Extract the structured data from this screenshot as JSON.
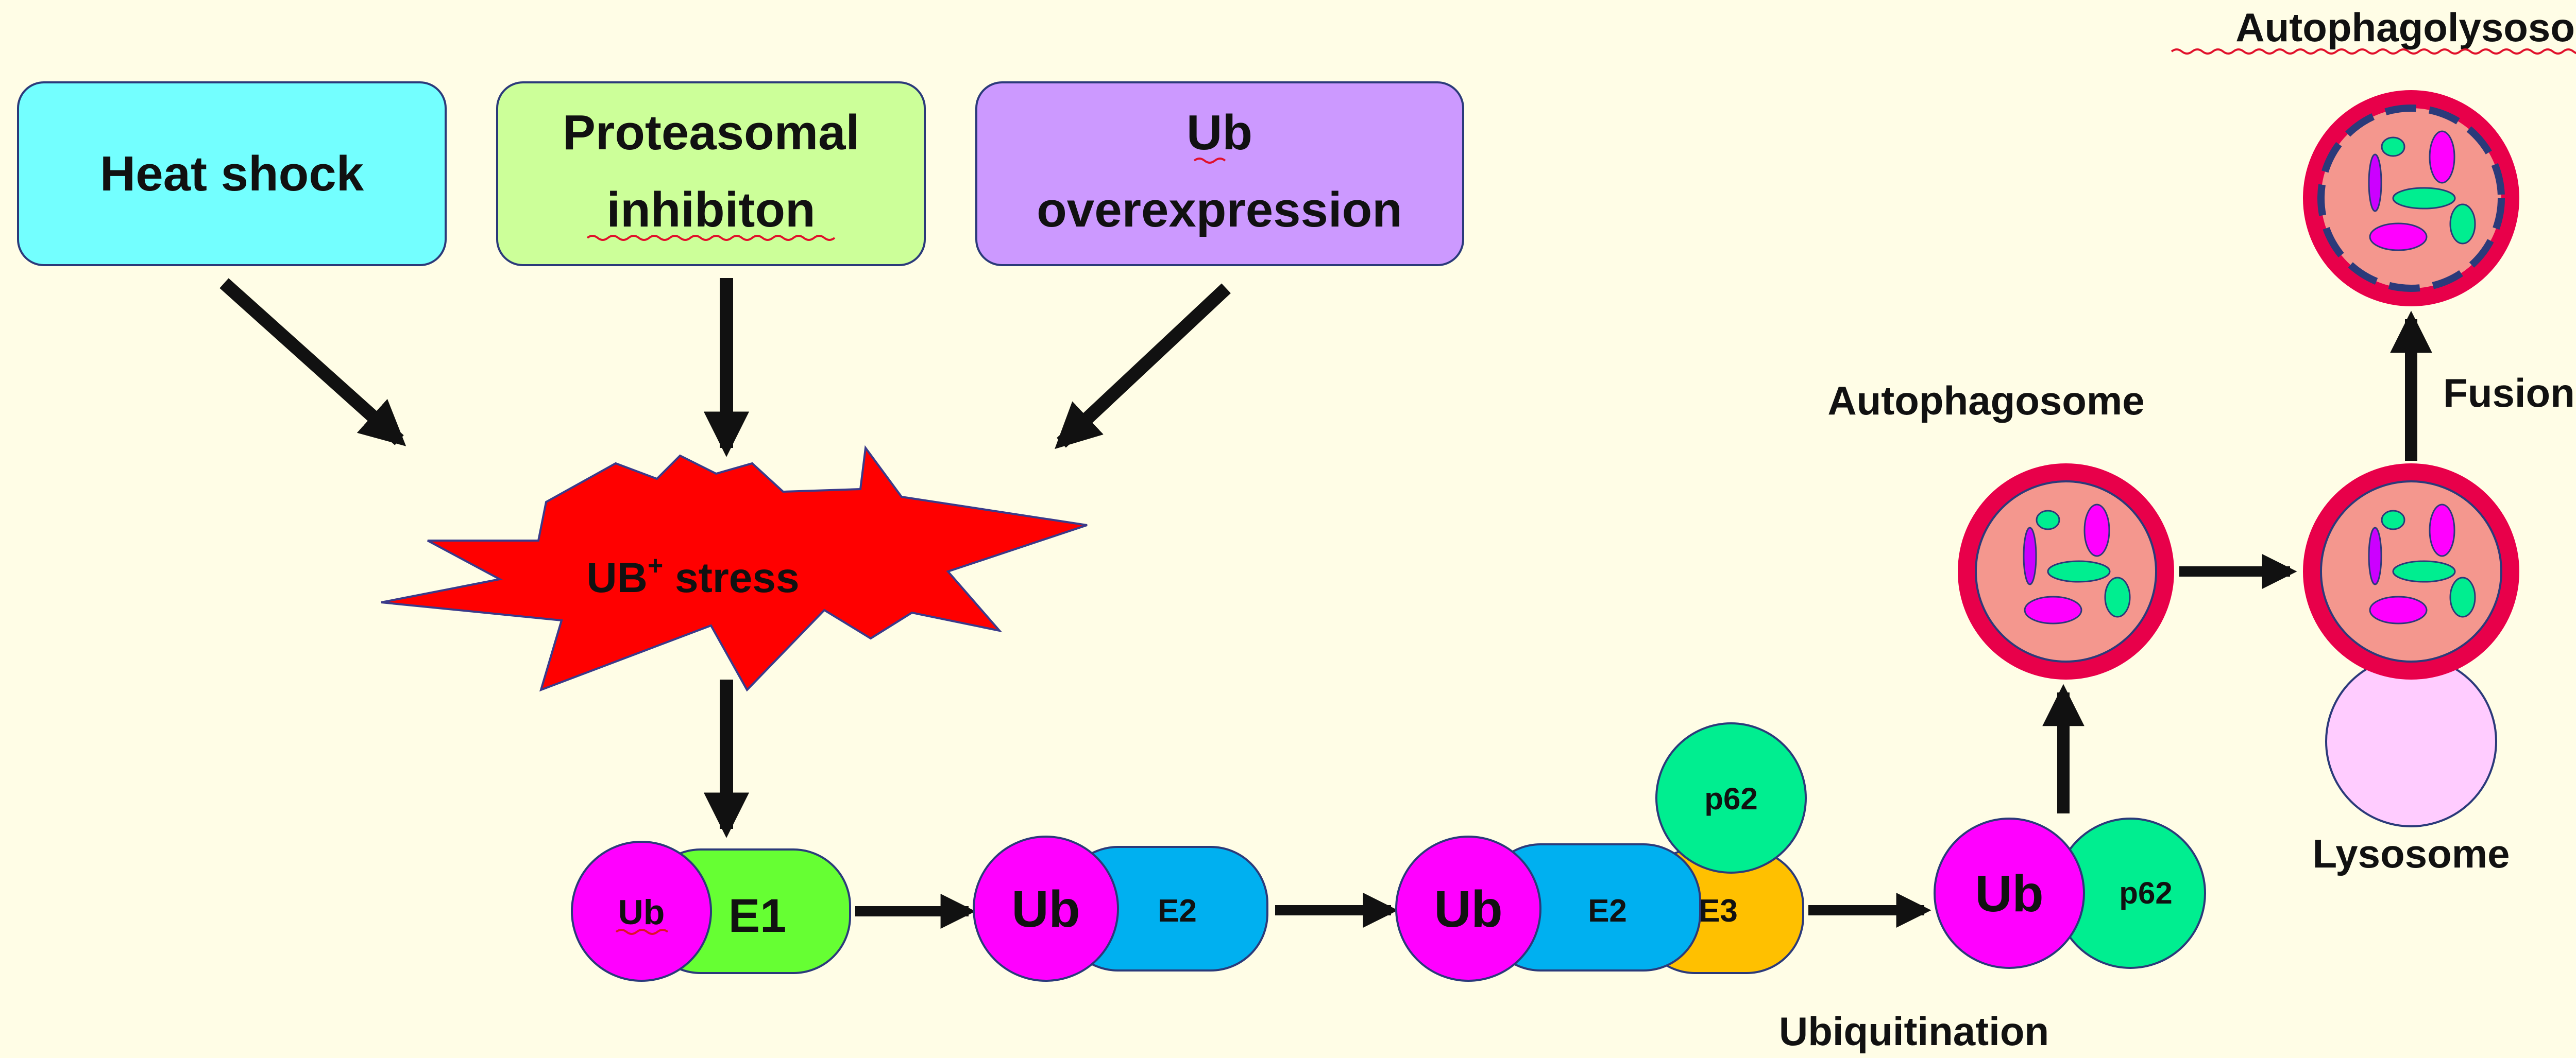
{
  "inputs": {
    "heat_shock": "Heat shock",
    "proteasomal_line1": "Proteasomal",
    "proteasomal_line2": "inhibiton",
    "ub_over_line1": "Ub",
    "ub_over_line2": "overexpression"
  },
  "stress": {
    "label": "UB",
    "superscript": "+",
    "suffix": " stress"
  },
  "cascade": {
    "ub1": "Ub",
    "e1": "E1",
    "ub2": "Ub",
    "e2a": "E2",
    "ub3": "Ub",
    "e2b": "E2",
    "e3": "E3",
    "p62_top": "p62",
    "ub4": "Ub",
    "p62_bound": "p62"
  },
  "labels": {
    "ubiquitination": "Ubiquitination",
    "autophagosome": "Autophagosome",
    "fusion": "Fusion",
    "lysosome": "Lysosome",
    "autophagolysosome": "Autophagolysosome"
  },
  "colors": {
    "background": "#fffde6",
    "heat_shock_box": "#73ffff",
    "proteasomal_box": "#ccff99",
    "ub_over_box": "#cc99ff",
    "stress_star": "#ff0000",
    "ub_circle": "#ff00ff",
    "e1": "#66ff33",
    "e2": "#00b0f0",
    "e3": "#ffc000",
    "p62": "#00ee90",
    "vesicle_ring": "#e8004a",
    "vesicle_inside": "#f4978e",
    "lysosome": "#ffccff",
    "arrow": "#111111"
  }
}
